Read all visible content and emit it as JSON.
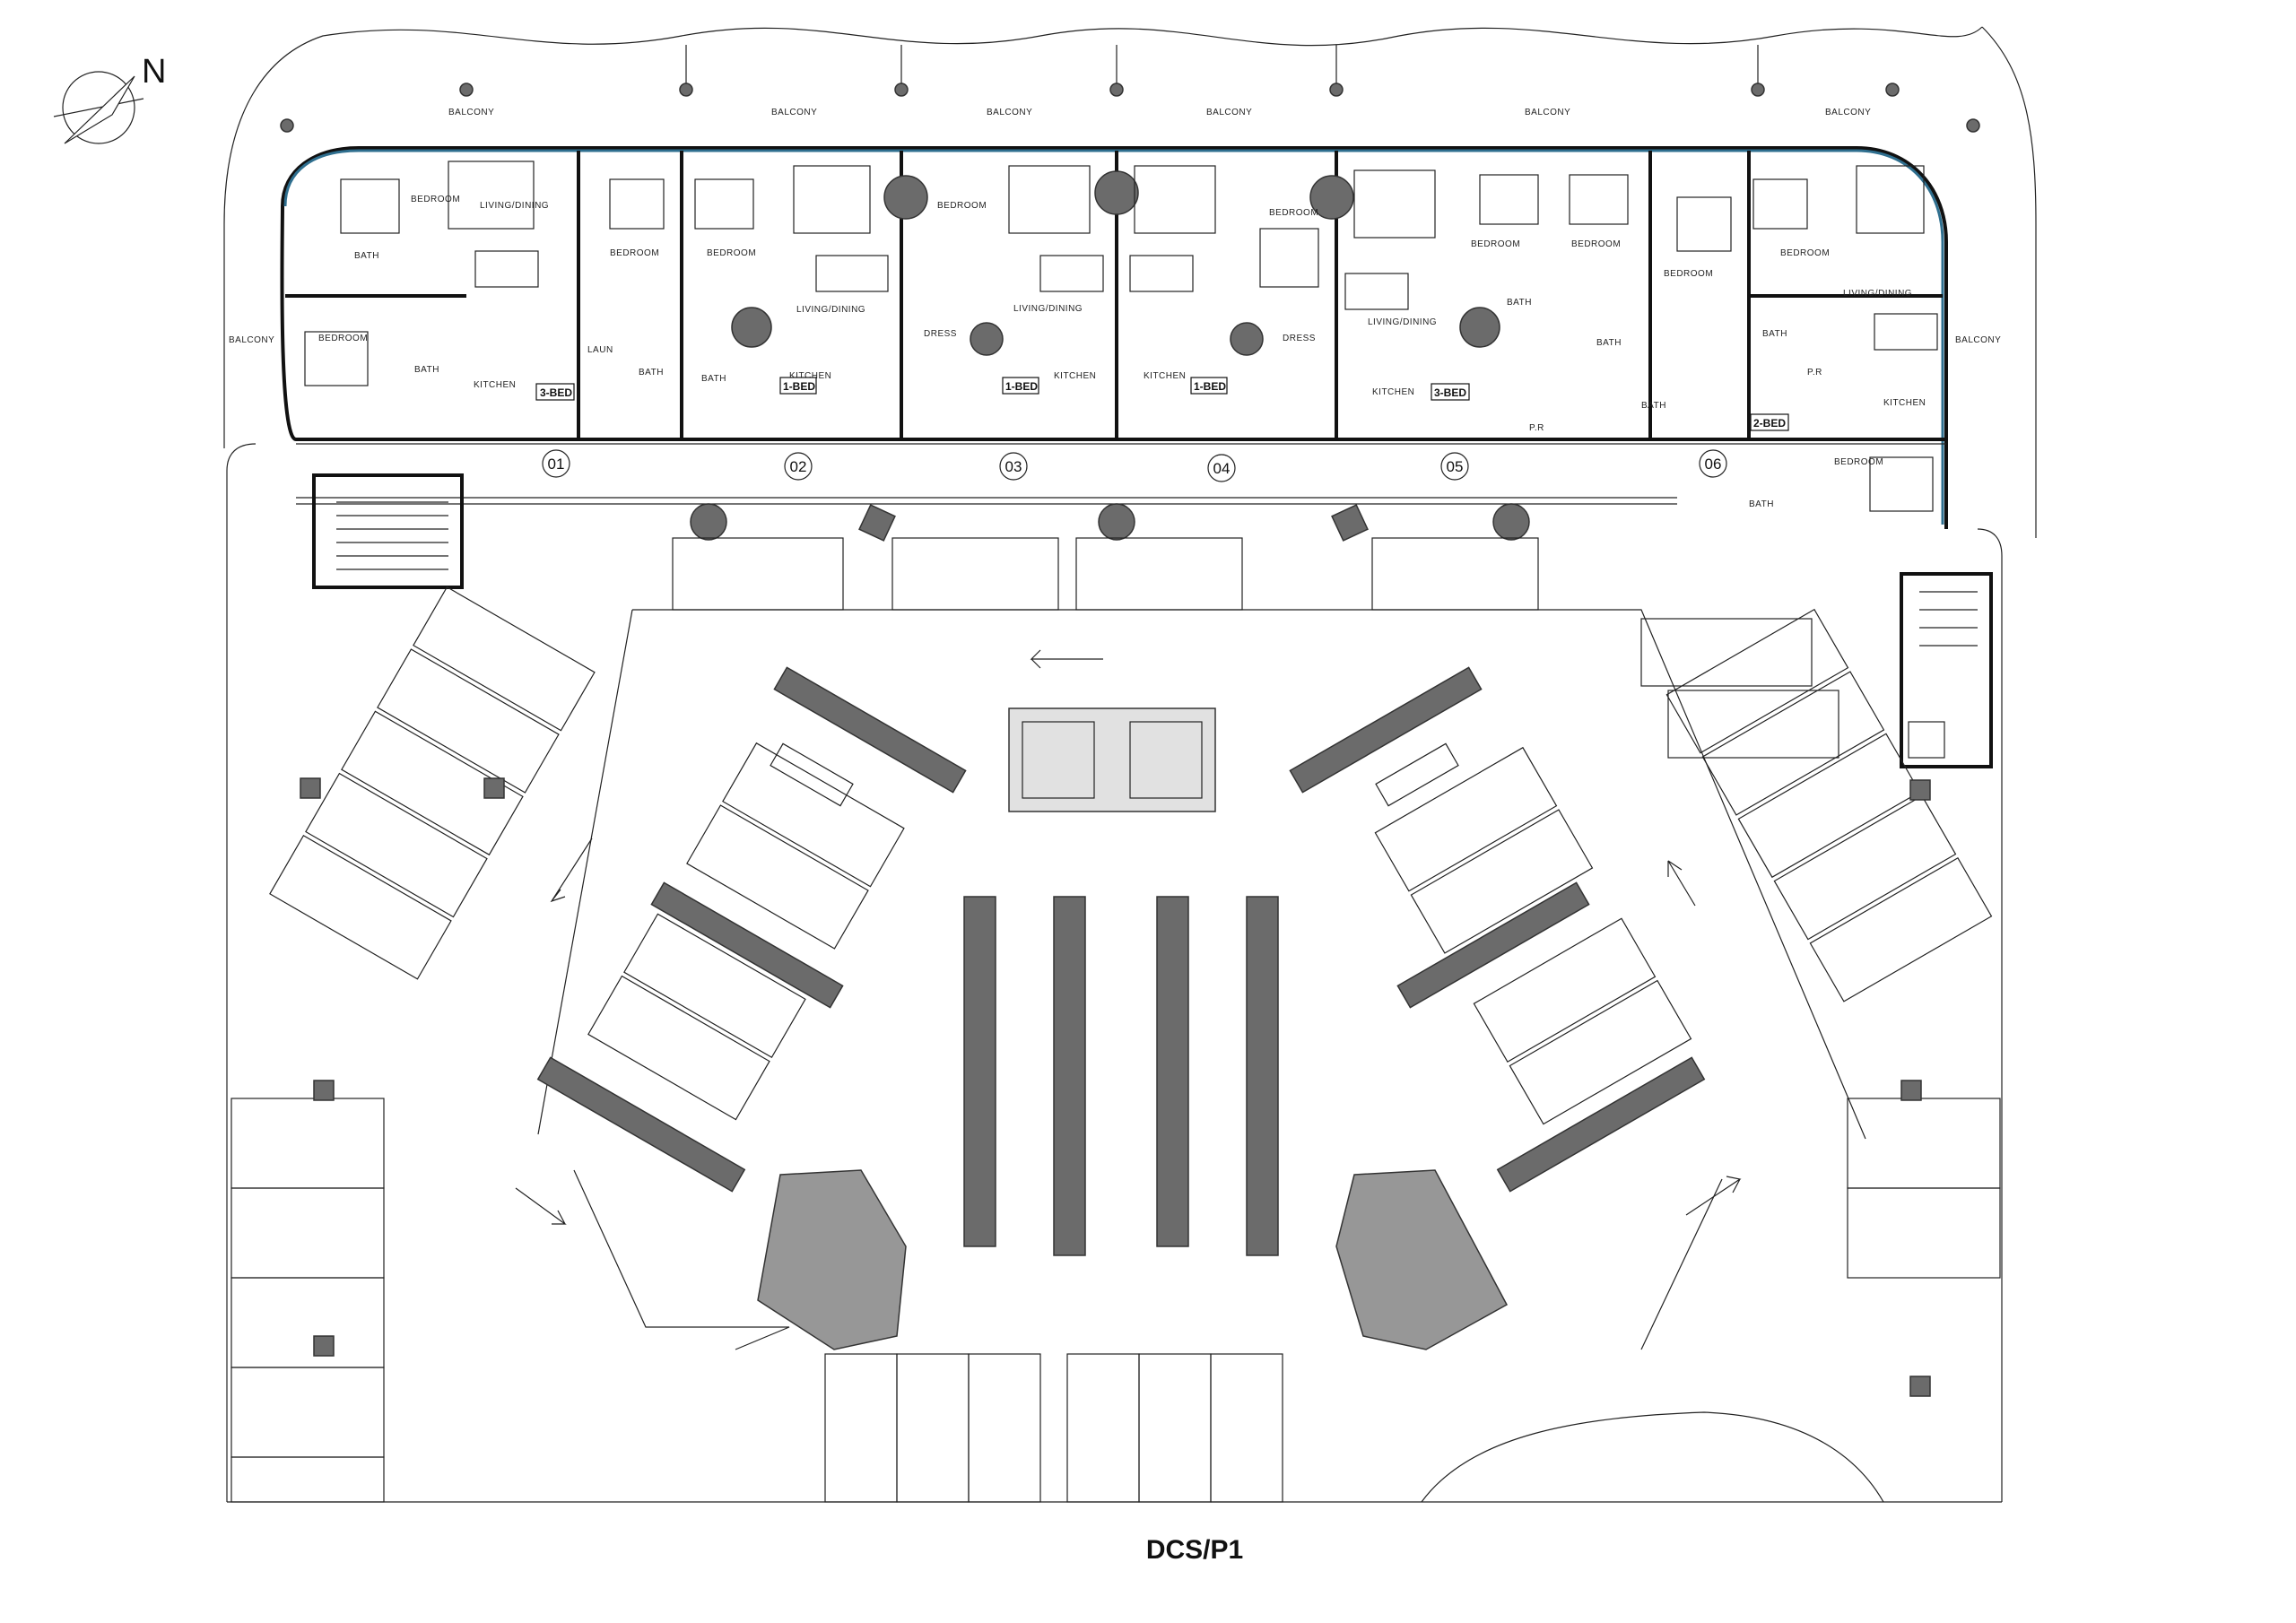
{
  "plan": {
    "title": "DCS/P1",
    "north_label": "N",
    "units": [
      {
        "number": "01",
        "type": "3-BED"
      },
      {
        "number": "02",
        "type": "1-BED"
      },
      {
        "number": "03",
        "type": "1-BED"
      },
      {
        "number": "04",
        "type": "1-BED"
      },
      {
        "number": "05",
        "type": "3-BED"
      },
      {
        "number": "06",
        "type": "2-BED"
      }
    ],
    "balcony_labels": [
      "BALCONY",
      "BALCONY",
      "BALCONY",
      "BALCONY",
      "BALCONY",
      "BALCONY",
      "BALCONY",
      "BALCONY"
    ],
    "rooms": {
      "bedroom": "BEDROOM",
      "bath": "BATH",
      "living_dining": "LIVING/DINING",
      "kitchen": "KITCHEN",
      "laundry": "LAUN",
      "dress": "DRESS",
      "powder_room": "P.R"
    }
  }
}
